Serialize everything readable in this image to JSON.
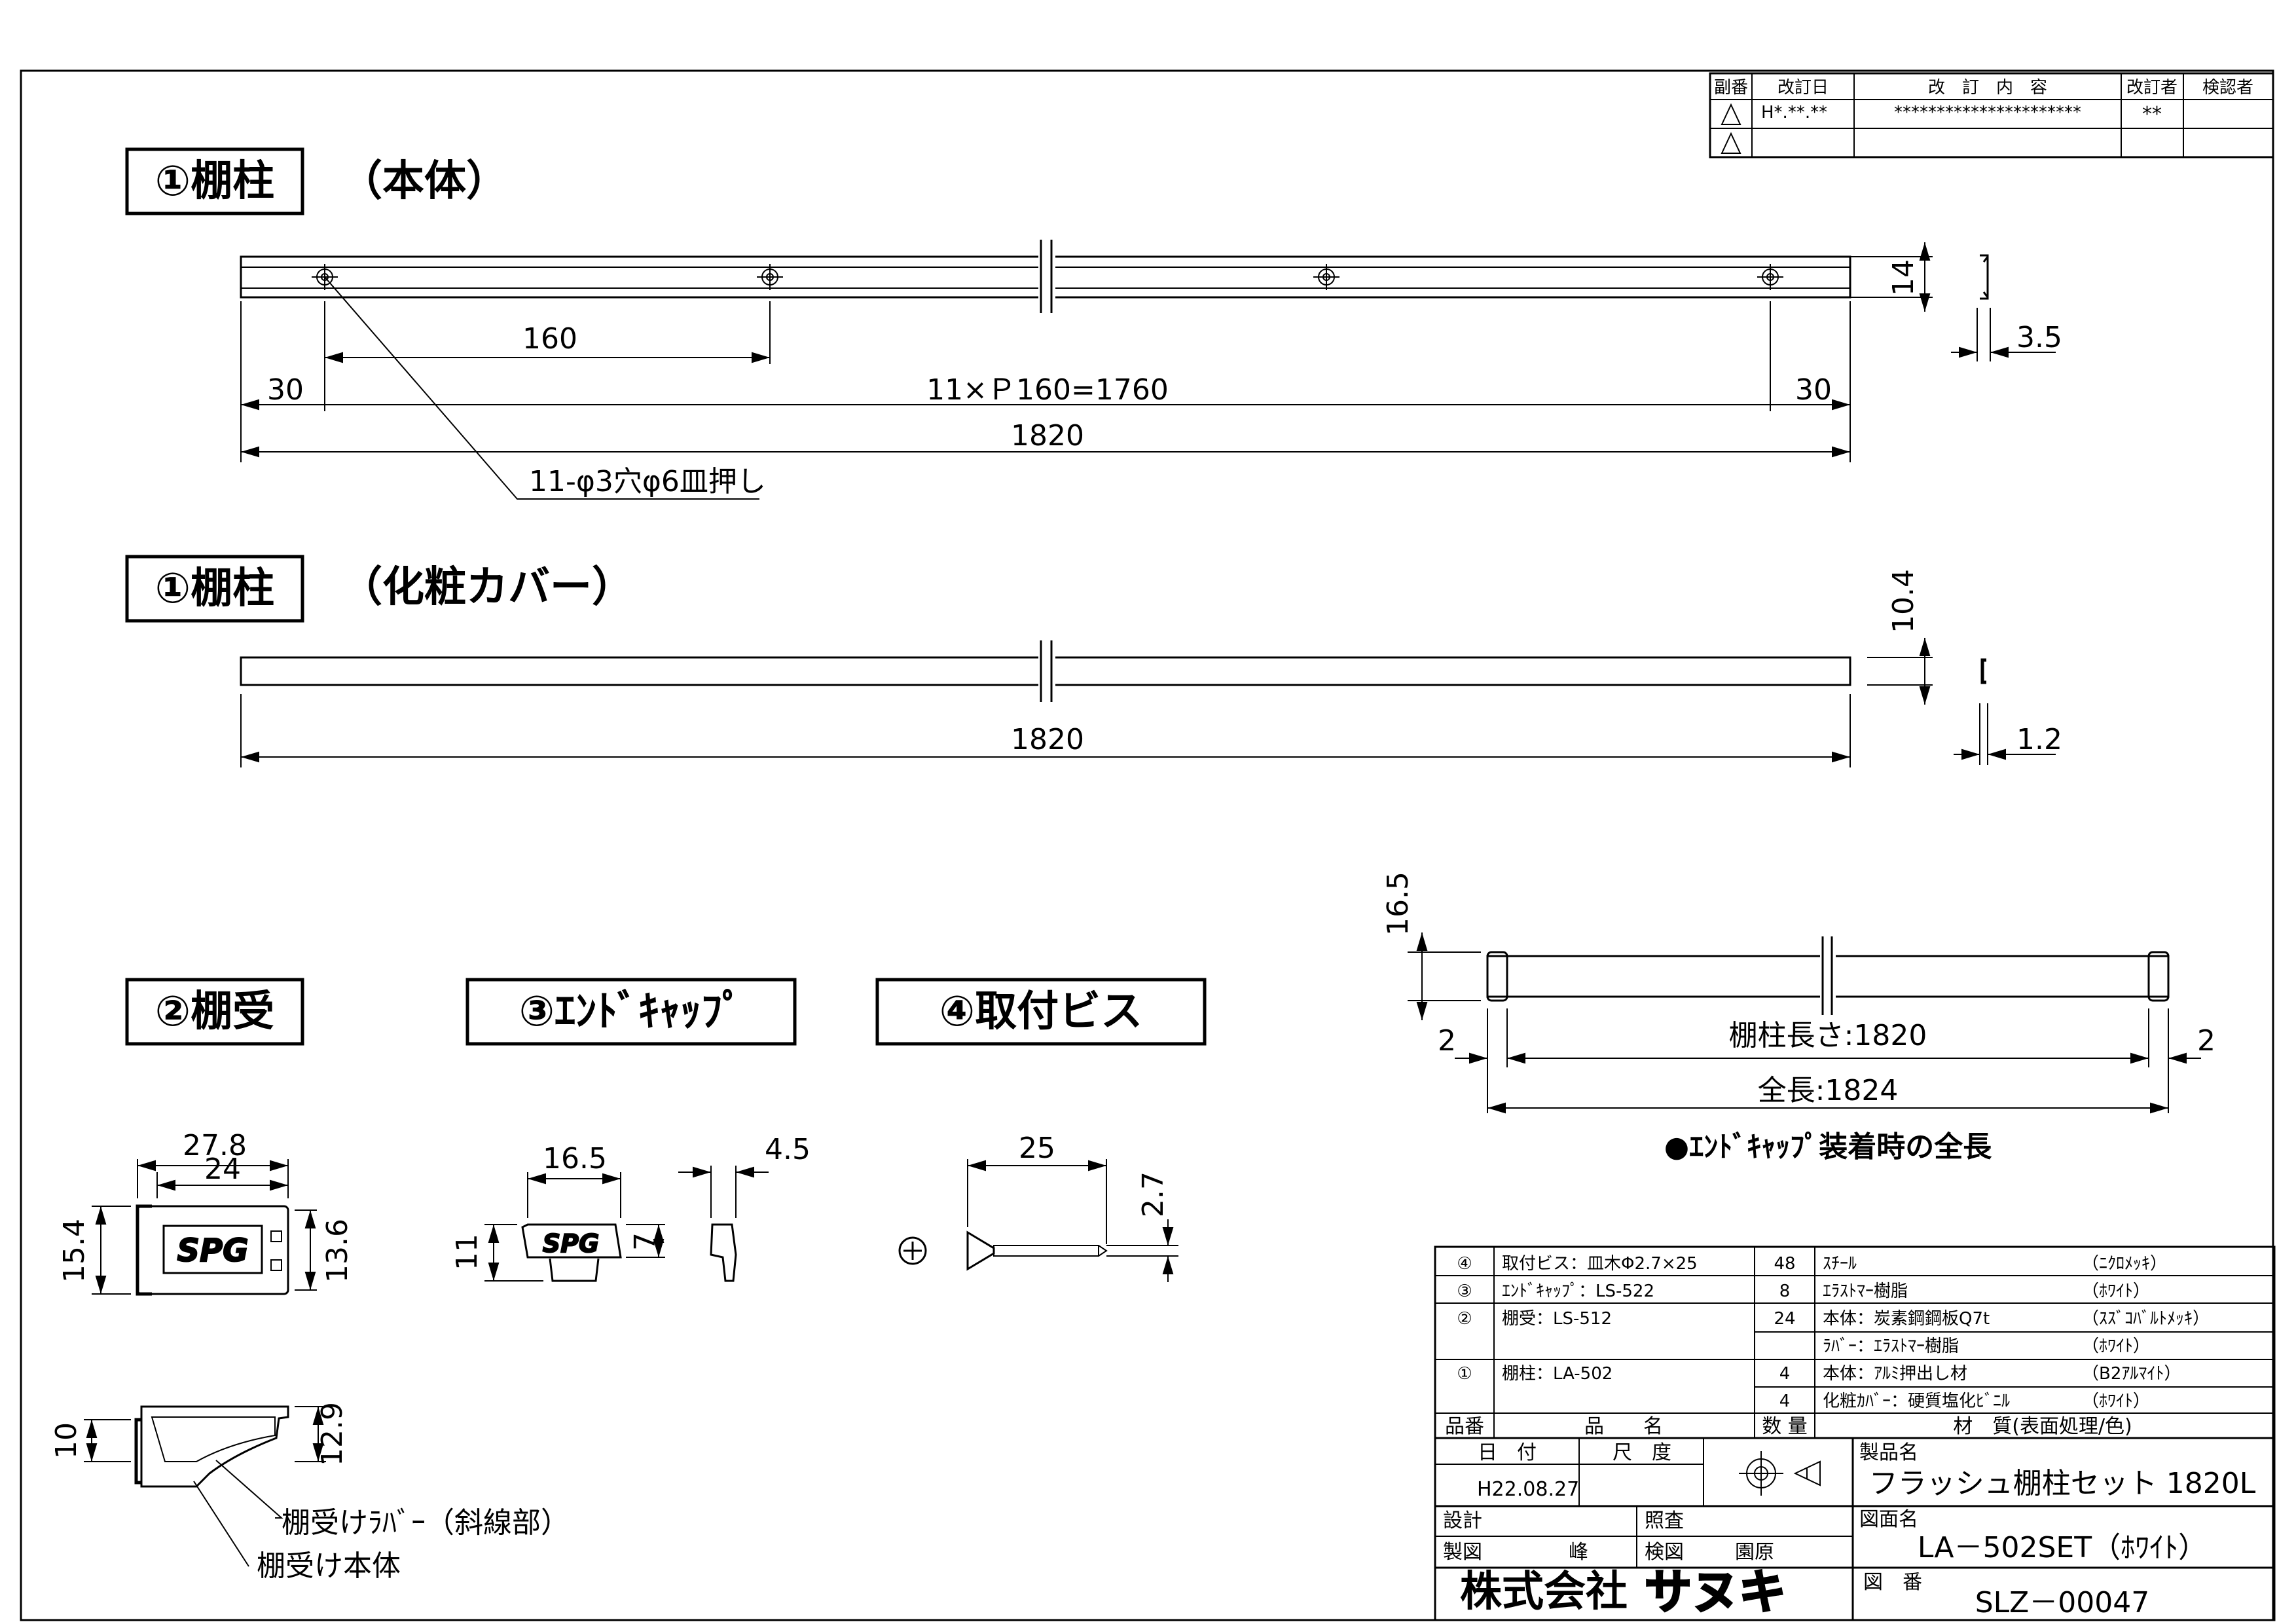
{
  "revision_table": {
    "headers": [
      "副番",
      "改訂日",
      "改　訂　内　容",
      "改訂者",
      "検認者"
    ],
    "row1": {
      "date": "H*.**.**",
      "content": "**********************",
      "reviser": "**"
    }
  },
  "sections": {
    "main_body": {
      "label": "①棚柱",
      "suffix": "（本体）"
    },
    "cover": {
      "label": "①棚柱",
      "suffix": "（化粧カバー）"
    },
    "bracket": {
      "label": "②棚受"
    },
    "endcap": {
      "label": "③ｴﾝﾄﾞｷｬｯﾌﾟ"
    },
    "screw": {
      "label": "④取付ビス"
    }
  },
  "dims": {
    "pitch": "160",
    "left30": "30",
    "right30": "30",
    "series": "11×Ｐ160=1760",
    "total": "1820",
    "hole_note": "11-φ3穴φ6皿押し",
    "h14": "14",
    "w35": "3.5",
    "cover_total": "1820",
    "h104": "10.4",
    "w12": "1.2",
    "asm_h": "16.5",
    "asm_left": "2",
    "asm_right": "2",
    "asm_len": "棚柱長さ:1820",
    "asm_total": "全長:1824",
    "asm_caption": "●ｴﾝﾄﾞｷｬｯﾌﾟ装着時の全長",
    "br_w1": "27.8",
    "br_w2": "24",
    "br_h1": "15.4",
    "br_h2": "13.6",
    "br_h3": "10",
    "br_h4": "12.9",
    "br_rubber": "棚受けﾗﾊﾞｰ（斜線部）",
    "br_body": "棚受け本体",
    "ec_w": "16.5",
    "ec_t": "4.5",
    "ec_h1": "11",
    "ec_h2": "7",
    "sc_len": "25",
    "sc_d": "2.7",
    "logo": "SPG"
  },
  "parts": [
    {
      "no": "④",
      "name": "取付ビス：皿木Φ2.7×25",
      "qty": "48",
      "material": "ｽﾁｰﾙ",
      "finish": "（ﾆｸﾛﾒｯｷ）"
    },
    {
      "no": "③",
      "name": "ｴﾝﾄﾞｷｬｯﾌﾟ：LS-522",
      "qty": "8",
      "material": "ｴﾗｽﾄﾏｰ樹脂",
      "finish": "（ﾎﾜｲﾄ）"
    },
    {
      "no": "②",
      "name": "棚受：LS-512",
      "qty": "24",
      "material": "本体：炭素鋼鋼板Q7t",
      "finish": "（ｽｽﾞｺﾊﾞﾙﾄﾒｯｷ）"
    },
    {
      "no": "",
      "name": "",
      "qty": "",
      "material": "ﾗﾊﾞｰ：ｴﾗｽﾄﾏｰ樹脂",
      "finish": "（ﾎﾜｲﾄ）"
    },
    {
      "no": "①",
      "name": "棚柱：LA-502",
      "qty": "4",
      "material": "本体：ｱﾙﾐ押出し材",
      "finish": "（B2ｱﾙﾏｲﾄ）"
    },
    {
      "no": "",
      "name": "",
      "qty": "4",
      "material": "化粧ｶﾊﾞｰ：硬質塩化ﾋﾞﾆﾙ",
      "finish": "（ﾎﾜｲﾄ）"
    }
  ],
  "parts_headers": {
    "no": "品番",
    "name": "品　　名",
    "qty": "数 量",
    "material": "材　質(表面処理/色)"
  },
  "title_block": {
    "date_label": "日　付",
    "date": "H22.08.27",
    "scale_label": "尺　度",
    "product_label": "製品名",
    "product": "フラッシュ棚柱セット 1820L",
    "design_label": "設計",
    "check_label": "照査",
    "drawing_name_label": "図面名",
    "drawing_name": "LA－502SET（ﾎﾜｲﾄ）",
    "drafter_label": "製図",
    "drafter": "峰",
    "inspect_label": "検図",
    "inspector": "園原",
    "company": "株式会社",
    "company_logo": "サヌキ",
    "number_label": "図　番",
    "number": "SLZ－00047"
  }
}
